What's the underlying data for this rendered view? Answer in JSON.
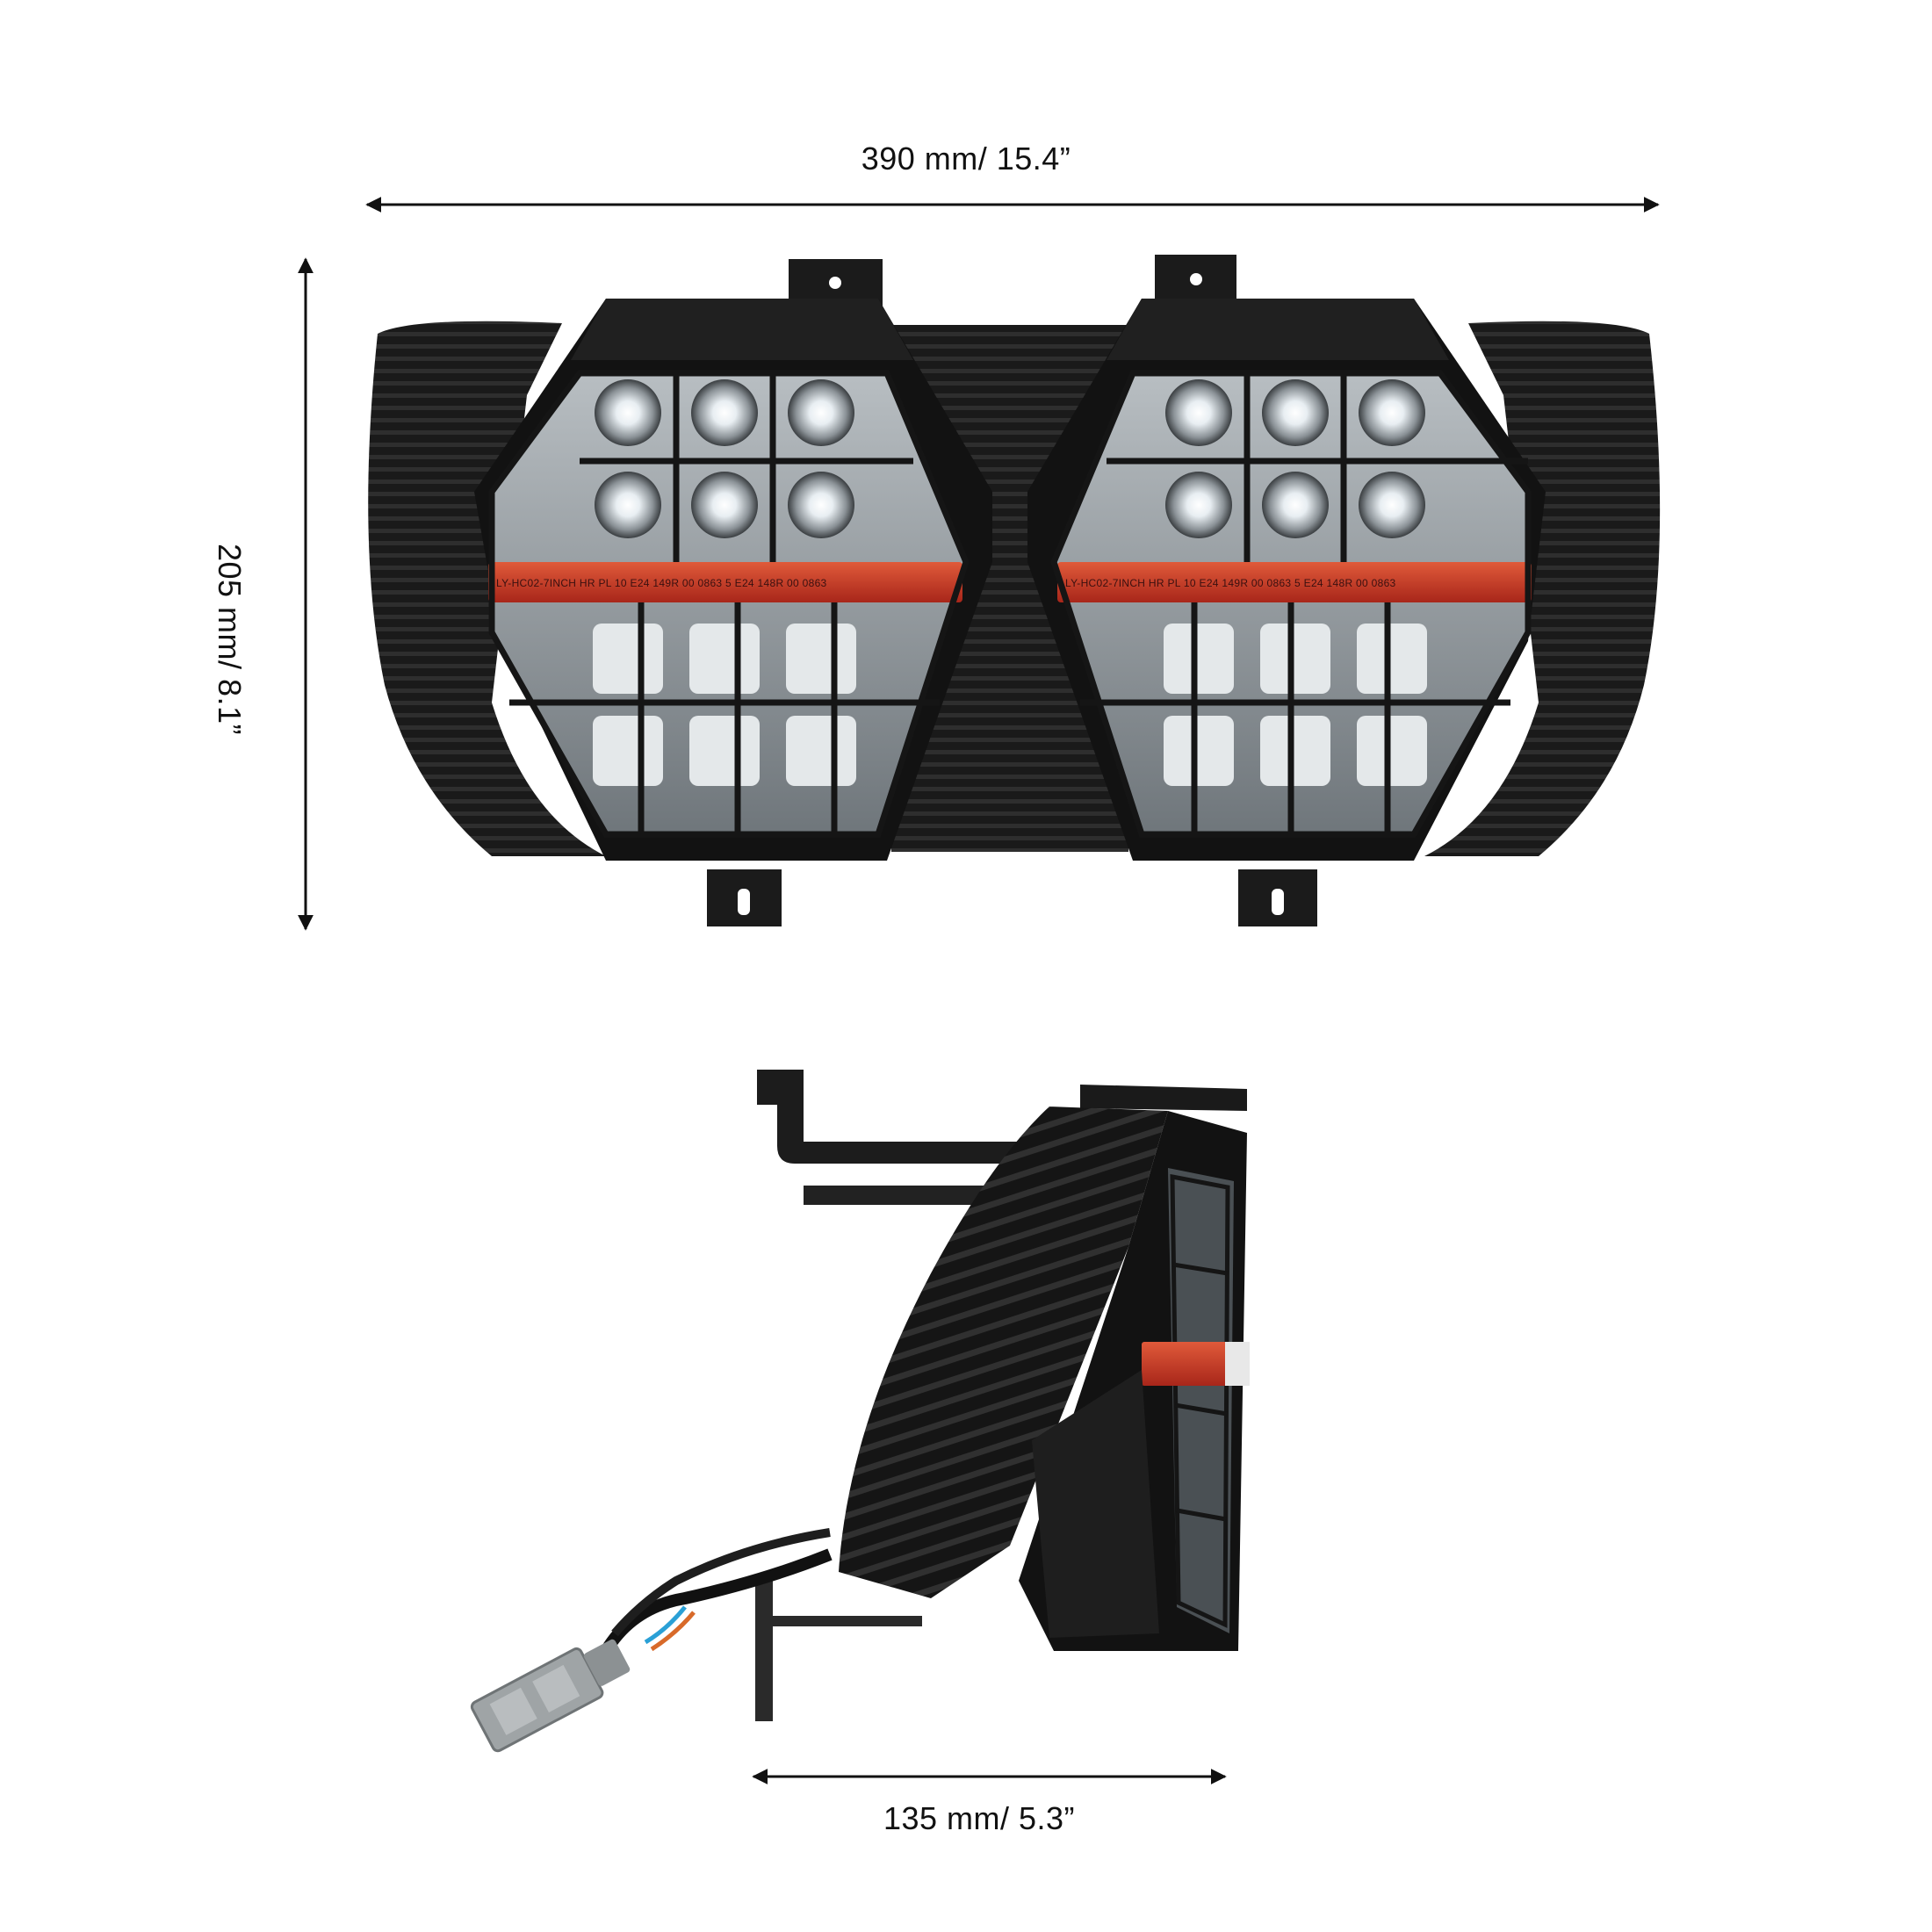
{
  "dimensions": {
    "width_label": "390 mm/ 15.4”",
    "height_label": "205 mm/ 8.1”",
    "depth_label": "135 mm/ 5.3”"
  },
  "lamp_markings": {
    "left_strip": "LY-HC02-7INCH  HR PL 10  E24  149R 00 0863 5  E24  148R 00 0863",
    "right_strip": "LY-HC02-7INCH  HR PL 10  E24  149R 00 0863 5  E24  148R 00 0863"
  },
  "colors": {
    "housing": "#141414",
    "drl_amber": "#c8361e",
    "lens": "#d9dde0"
  }
}
